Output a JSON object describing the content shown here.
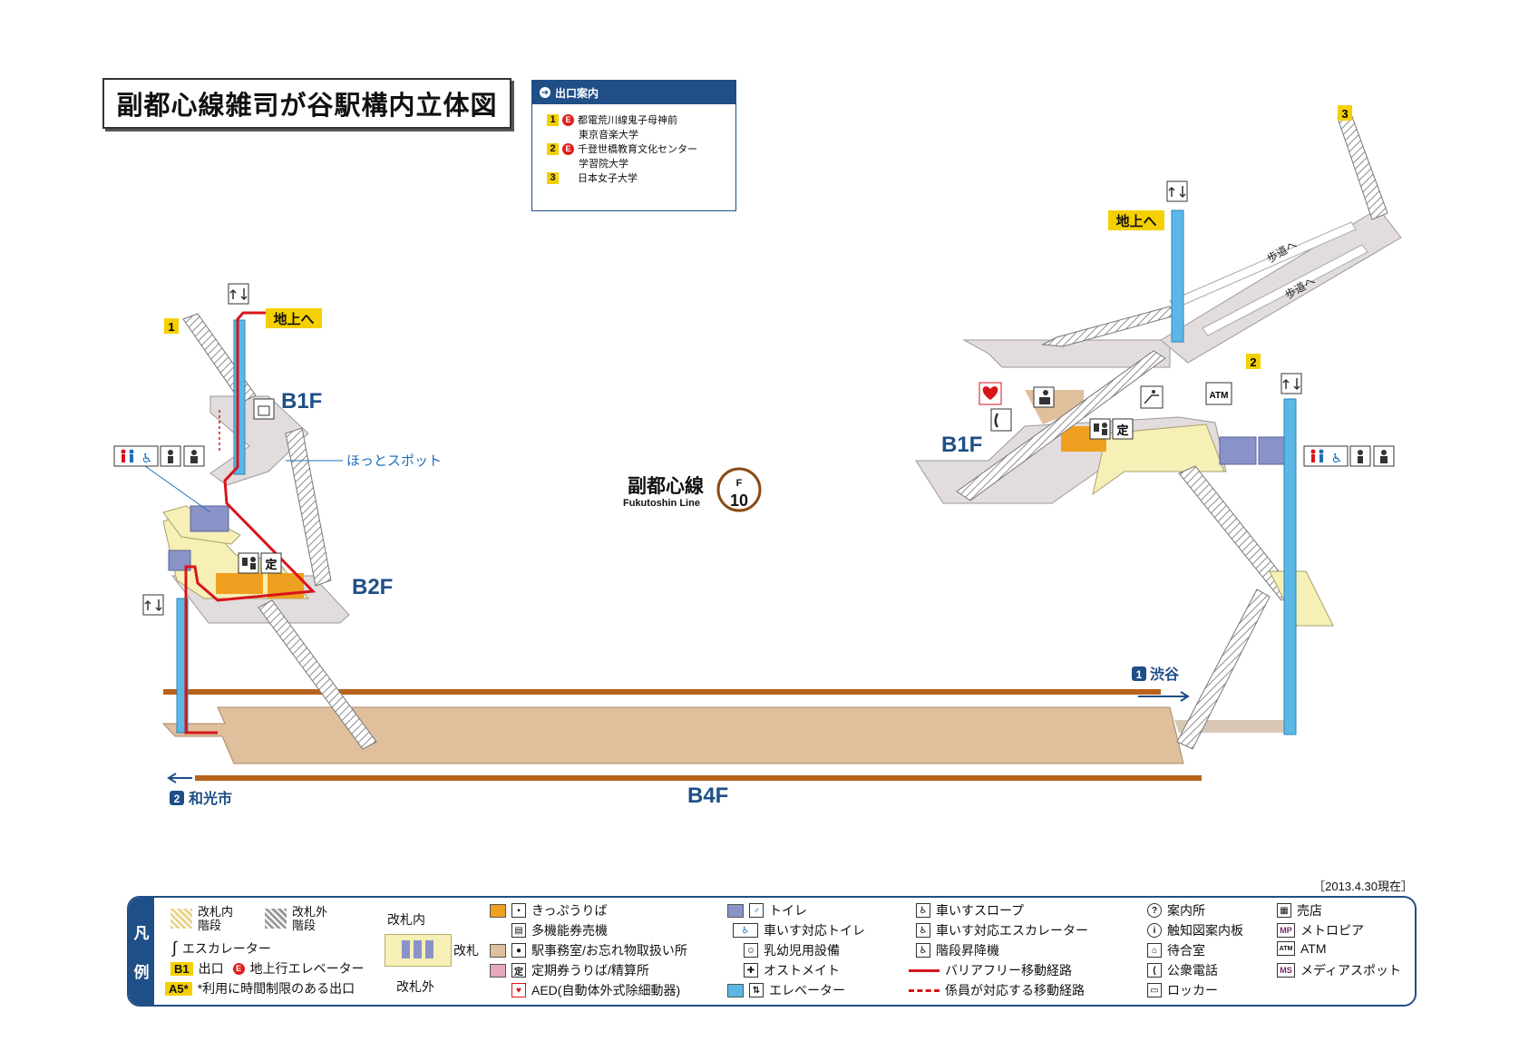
{
  "title": "副都心線雑司が谷駅構内立体図",
  "exit_guide": {
    "header": "出口案内",
    "exits": [
      {
        "num": "1",
        "elevator": "E",
        "lines": [
          "都電荒川線鬼子母神前",
          "東京音楽大学"
        ]
      },
      {
        "num": "2",
        "elevator": "E",
        "lines": [
          "千登世橋教育文化センター",
          "学習院大学"
        ]
      },
      {
        "num": "3",
        "elevator": "",
        "lines": [
          "日本女子大学"
        ]
      }
    ]
  },
  "map": {
    "floors": {
      "b1f_left": "B1F",
      "b2f": "B2F",
      "b1f_right": "B1F",
      "b4f": "B4F"
    },
    "to_ground_left": "地上へ",
    "to_ground_right": "地上へ",
    "exit_labels": {
      "exit1": "1",
      "exit2": "2",
      "exit3": "3"
    },
    "hot_spot": "ほっとスポット",
    "line_name_ja": "副都心線",
    "line_name_en": "Fukutoshin Line",
    "station_code_letter": "F",
    "station_code_number": "10",
    "direction_shibuya_num": "1",
    "direction_shibuya": "渋谷",
    "direction_wakoshi_num": "2",
    "direction_wakoshi": "和光市",
    "walkway_upper": "歩道へ",
    "walkway_lower": "歩道へ",
    "atm_label": "ATM",
    "teiki_glyph": "定",
    "colors": {
      "line_brown": "#b8621b",
      "elevator_blue": "#5bb8e6",
      "concourse_gray": "#e2dcdc",
      "concourse_yellow": "#f6efb6",
      "platform_tan": "#dfbf9c",
      "ticket_orange": "#f0a020",
      "barrier_red": "#d8141b",
      "brand_navy": "#1f4f86"
    }
  },
  "date_stamp": "［2013.4.30現在］",
  "legend": {
    "tab_top": "凡",
    "tab_bottom": "例",
    "stairs_inside": "改札内\n階段",
    "stairs_outside": "改札外\n階段",
    "escalator": "エスカレーター",
    "exit_badge": "B1",
    "exit_text": "出口",
    "elevator_up_badge": "E",
    "elevator_up_text": "地上行エレベーター",
    "limited_badge": "A5*",
    "limited_text": "*利用に時間制限のある出口",
    "gate_inside": "改札内",
    "gate": "改札",
    "gate_outside": "改札外",
    "ticket_area": "きっぷうりば",
    "multi_machine": "多機能券売機",
    "station_office": "駅事務室/お忘れ物取扱い所",
    "teiki": "定期券うりば/精算所",
    "aed": "AED(自動体外式除細動器)",
    "toilet": "トイレ",
    "wheelchair_toilet": "車いす対応トイレ",
    "baby": "乳幼児用設備",
    "ostomate": "オストメイト",
    "elevator": "エレベーター",
    "slope": "車いすスロープ",
    "wheelchair_escalator": "車いす対応エスカレーター",
    "stair_lift": "階段昇降機",
    "barrier_free_route": "バリアフリー移動経路",
    "staff_route": "係員が対応する移動経路",
    "info": "案内所",
    "tactile": "触知図案内板",
    "waiting": "待合室",
    "phone": "公衆電話",
    "locker": "ロッカー",
    "shop": "売店",
    "metropia_badge": "MP",
    "metropia": "メトロピア",
    "atm_badge": "ATM",
    "atm": "ATM",
    "media_badge": "MS",
    "media": "メディアスポット"
  }
}
